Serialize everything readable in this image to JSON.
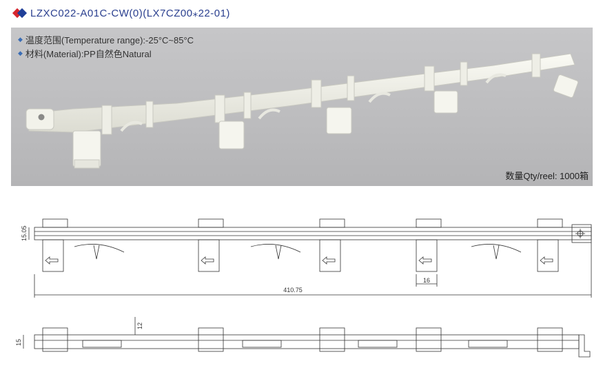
{
  "header": {
    "title": "LZXC022-A01C-CW(0)(LX7CZ00⁎22-01)"
  },
  "specs": [
    {
      "text": "温度范围(Temperature range):-25°C~85°C"
    },
    {
      "text": "材料(Material):PP自然色Natural"
    }
  ],
  "qty": {
    "text": "数量Qty/reel:  1000箱"
  },
  "dims": {
    "height_left": "15.05",
    "total_length": "410.75",
    "pitch": "16",
    "side_height": "15",
    "clip_height": "12"
  }
}
